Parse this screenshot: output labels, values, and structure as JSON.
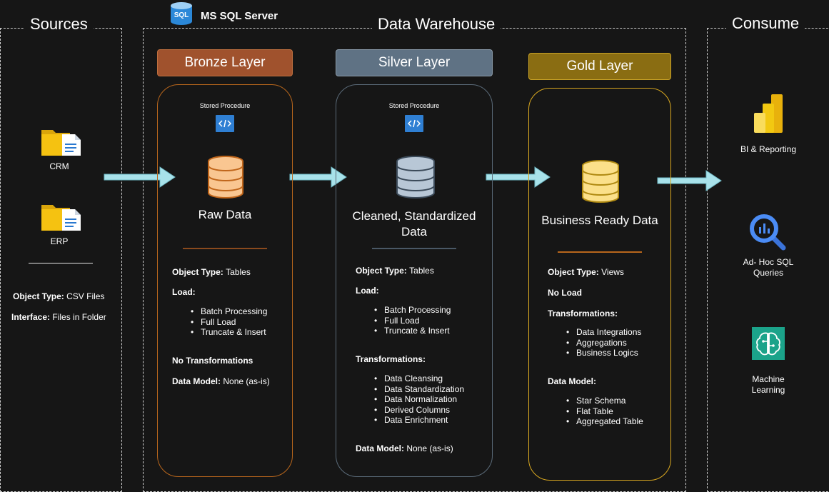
{
  "sections": {
    "sources": "Sources",
    "warehouse": "Data Warehouse",
    "consume": "Consume"
  },
  "server": {
    "badge": "SQL",
    "label": "MS SQL Server"
  },
  "sources": {
    "crm": "CRM",
    "erp": "ERP",
    "object_type_label": "Object Type:",
    "object_type_value": "CSV Files",
    "interface_label": "Interface:",
    "interface_value": "Files in Folder"
  },
  "bronze": {
    "title": "Bronze Layer",
    "stored_procedure": "Stored Procedure",
    "data_label": "Raw Data",
    "object_type_label": "Object Type:",
    "object_type_value": "Tables",
    "load_label": "Load:",
    "load_items": [
      "Batch Processing",
      "Full Load",
      "Truncate & Insert"
    ],
    "transformations": "No Transformations",
    "data_model_label": "Data Model:",
    "data_model_value": "None (as-is)"
  },
  "silver": {
    "title": "Silver Layer",
    "stored_procedure": "Stored Procedure",
    "data_label_1": "Cleaned, Standardized",
    "data_label_2": "Data",
    "object_type_label": "Object Type:",
    "object_type_value": "Tables",
    "load_label": "Load:",
    "load_items": [
      "Batch Processing",
      "Full Load",
      "Truncate & Insert"
    ],
    "transformations_label": "Transformations:",
    "transformation_items": [
      "Data Cleansing",
      "Data Standardization",
      "Data Normalization",
      "Derived Columns",
      "Data Enrichment"
    ],
    "data_model_label": "Data Model:",
    "data_model_value": "None (as-is)"
  },
  "gold": {
    "title": "Gold Layer",
    "data_label": "Business Ready Data",
    "object_type_label": "Object Type:",
    "object_type_value": "Views",
    "load": "No Load",
    "transformations_label": "Transformations:",
    "transformation_items": [
      "Data Integrations",
      "Aggregations",
      "Business Logics"
    ],
    "data_model_label": "Data Model:",
    "data_model_items": [
      "Star Schema",
      "Flat Table",
      "Aggregated Table"
    ]
  },
  "consume": {
    "bi": "BI & Reporting",
    "adhoc_1": "Ad- Hoc SQL",
    "adhoc_2": "Queries",
    "ml_1": "Machine",
    "ml_2": "Learning"
  },
  "colors": {
    "background": "#161616",
    "bronze": "#a0522d",
    "bronze_border": "#b8661c",
    "silver": "#5f7284",
    "silver_border": "#5a6a78",
    "gold": "#8a6d12",
    "gold_border": "#d9a820",
    "arrow": "#a8e2ea",
    "folder": "#f5c211",
    "code_icon": "#2f7fd3"
  }
}
